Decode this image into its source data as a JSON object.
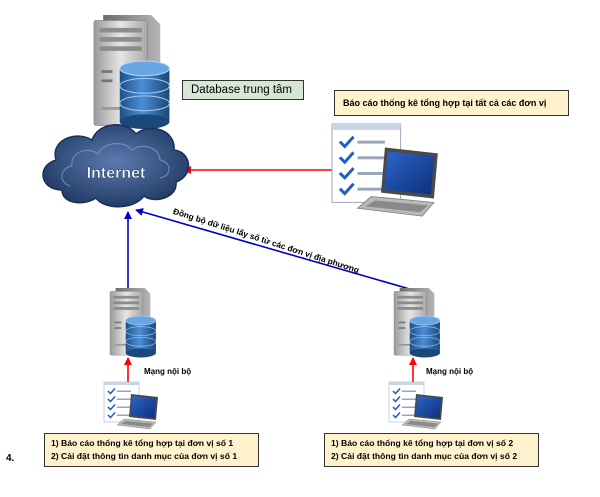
{
  "central_database": {
    "label": "Database trung tâm"
  },
  "internet": {
    "label": "Internet"
  },
  "central_report": {
    "label": "Báo cáo thống kê tổng hợp tại tất cả các đơn vị"
  },
  "sync_edge": {
    "label": "Đồng bộ dữ liệu lấy số từ các đơn vị địa phương"
  },
  "step_number": "4.",
  "units": [
    {
      "lan_label": "Mạng nội bộ",
      "lines": [
        "1) Báo cáo thống kê tổng hợp tại đơn vị số 1",
        "2) Cài đặt thông tin danh mục của đơn vị số 1"
      ]
    },
    {
      "lan_label": "Mạng nội bộ",
      "lines": [
        "1) Báo cáo thống kê tổng hợp tại đơn vị số 2",
        "2) Cài đặt thông tin danh mục của đơn vị số 2"
      ]
    }
  ],
  "colors": {
    "red_arrow": "#ff0000",
    "blue_arrow": "#0000cc",
    "db_box_fill": "#d5e8d4",
    "note_fill": "#fff2cc",
    "cloud": "#3a5a8c",
    "database_blue": "#2f6fb0"
  },
  "icons": [
    "server-database-icon",
    "internet-cloud-icon",
    "laptop-checklist-icon"
  ]
}
